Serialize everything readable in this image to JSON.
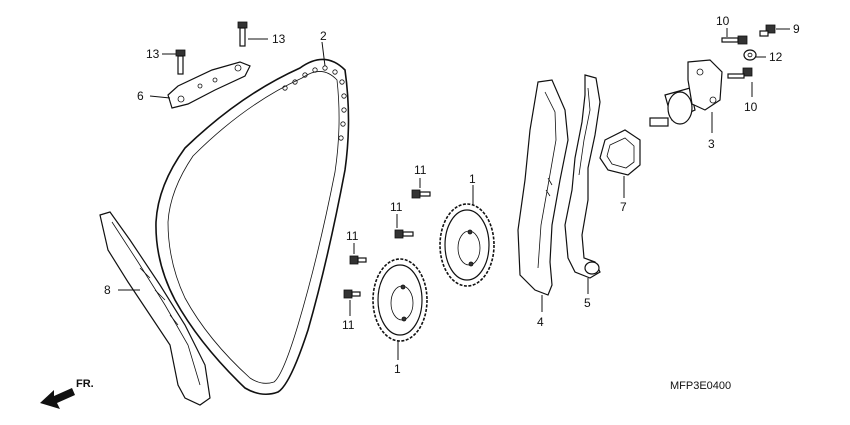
{
  "diagram": {
    "code": "MFP3E0400",
    "direction_label": "FR.",
    "callouts": {
      "c1_upper": "1",
      "c1_lower": "1",
      "c2": "2",
      "c3": "3",
      "c4": "4",
      "c5": "5",
      "c6": "6",
      "c7": "7",
      "c8": "8",
      "c9": "9",
      "c10_upper": "10",
      "c10_lower": "10",
      "c11_a": "11",
      "c11_b": "11",
      "c11_c": "11",
      "c11_d": "11",
      "c12": "12",
      "c13_left": "13",
      "c13_right": "13"
    }
  }
}
